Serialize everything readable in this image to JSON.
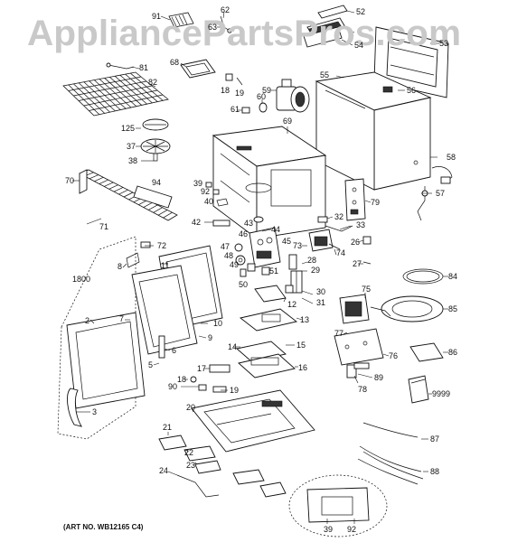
{
  "watermark": "AppliancePartsPros.com",
  "art_number": "(ART NO. WB12165 C4)",
  "callouts": [
    "91",
    "62",
    "63",
    "52",
    "53",
    "54",
    "81",
    "68",
    "18",
    "19",
    "55",
    "56",
    "82",
    "59",
    "60",
    "61",
    "69",
    "125",
    "37",
    "38",
    "58",
    "70",
    "94",
    "39",
    "92",
    "40",
    "79",
    "57",
    "71",
    "42",
    "43",
    "44",
    "32",
    "33",
    "46",
    "72",
    "8",
    "47",
    "45",
    "73",
    "26",
    "74",
    "48",
    "49",
    "27",
    "28",
    "29",
    "11",
    "1800",
    "50",
    "51",
    "84",
    "30",
    "31",
    "12",
    "75",
    "7",
    "10",
    "2",
    "13",
    "85",
    "9",
    "77",
    "6",
    "14",
    "15",
    "76",
    "86",
    "5",
    "16",
    "89",
    "17",
    "18",
    "90",
    "19",
    "78",
    "9999",
    "3",
    "20",
    "21",
    "87",
    "22",
    "23",
    "24",
    "88",
    "39",
    "92"
  ]
}
